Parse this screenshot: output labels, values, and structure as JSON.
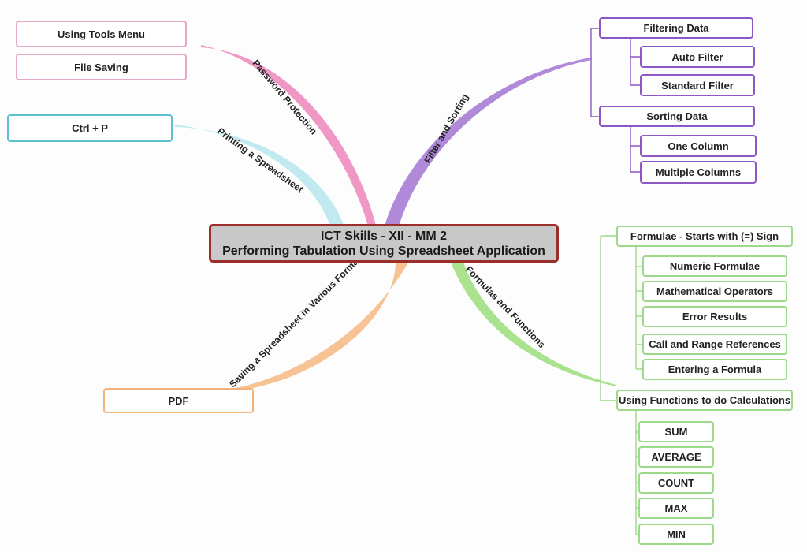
{
  "central": {
    "line1": "ICT Skills - XII -  MM 2",
    "line2": "Performing Tabulation Using Spreadsheet Application"
  },
  "colors": {
    "pink": "#ee8fc0",
    "cyan": "#bde9ef",
    "purple": "#a97fd6",
    "green": "#a5e08a",
    "orange": "#f7c08f",
    "central_border": "#9a2e28",
    "central_fill": "#c8c8c8"
  },
  "branches": {
    "password": {
      "label": "Password Protection",
      "items": [
        "Using Tools Menu",
        "File Saving"
      ]
    },
    "printing": {
      "label": "Printing a Spreadsheet",
      "items": [
        "Ctrl + P"
      ]
    },
    "filter": {
      "label": "Filter and Sorting",
      "groups": [
        {
          "title": "Filtering Data",
          "items": [
            "Auto Filter",
            "Standard Filter"
          ]
        },
        {
          "title": "Sorting Data",
          "items": [
            "One Column",
            "Multiple Columns"
          ]
        }
      ]
    },
    "formulas": {
      "label": "Formulas and Functions",
      "groups": [
        {
          "title": "Formulae - Starts with (=) Sign",
          "items": [
            "Numeric Formulae",
            "Mathematical Operators",
            "Error Results",
            "Call and Range References",
            "Entering a Formula"
          ]
        },
        {
          "title": "Using Functions to do Calculations",
          "items": [
            "SUM",
            "AVERAGE",
            "COUNT",
            "MAX",
            "MIN"
          ]
        }
      ]
    },
    "saving": {
      "label": "Saving a Spreadsheet in Various Formats",
      "items": [
        "PDF"
      ]
    }
  }
}
